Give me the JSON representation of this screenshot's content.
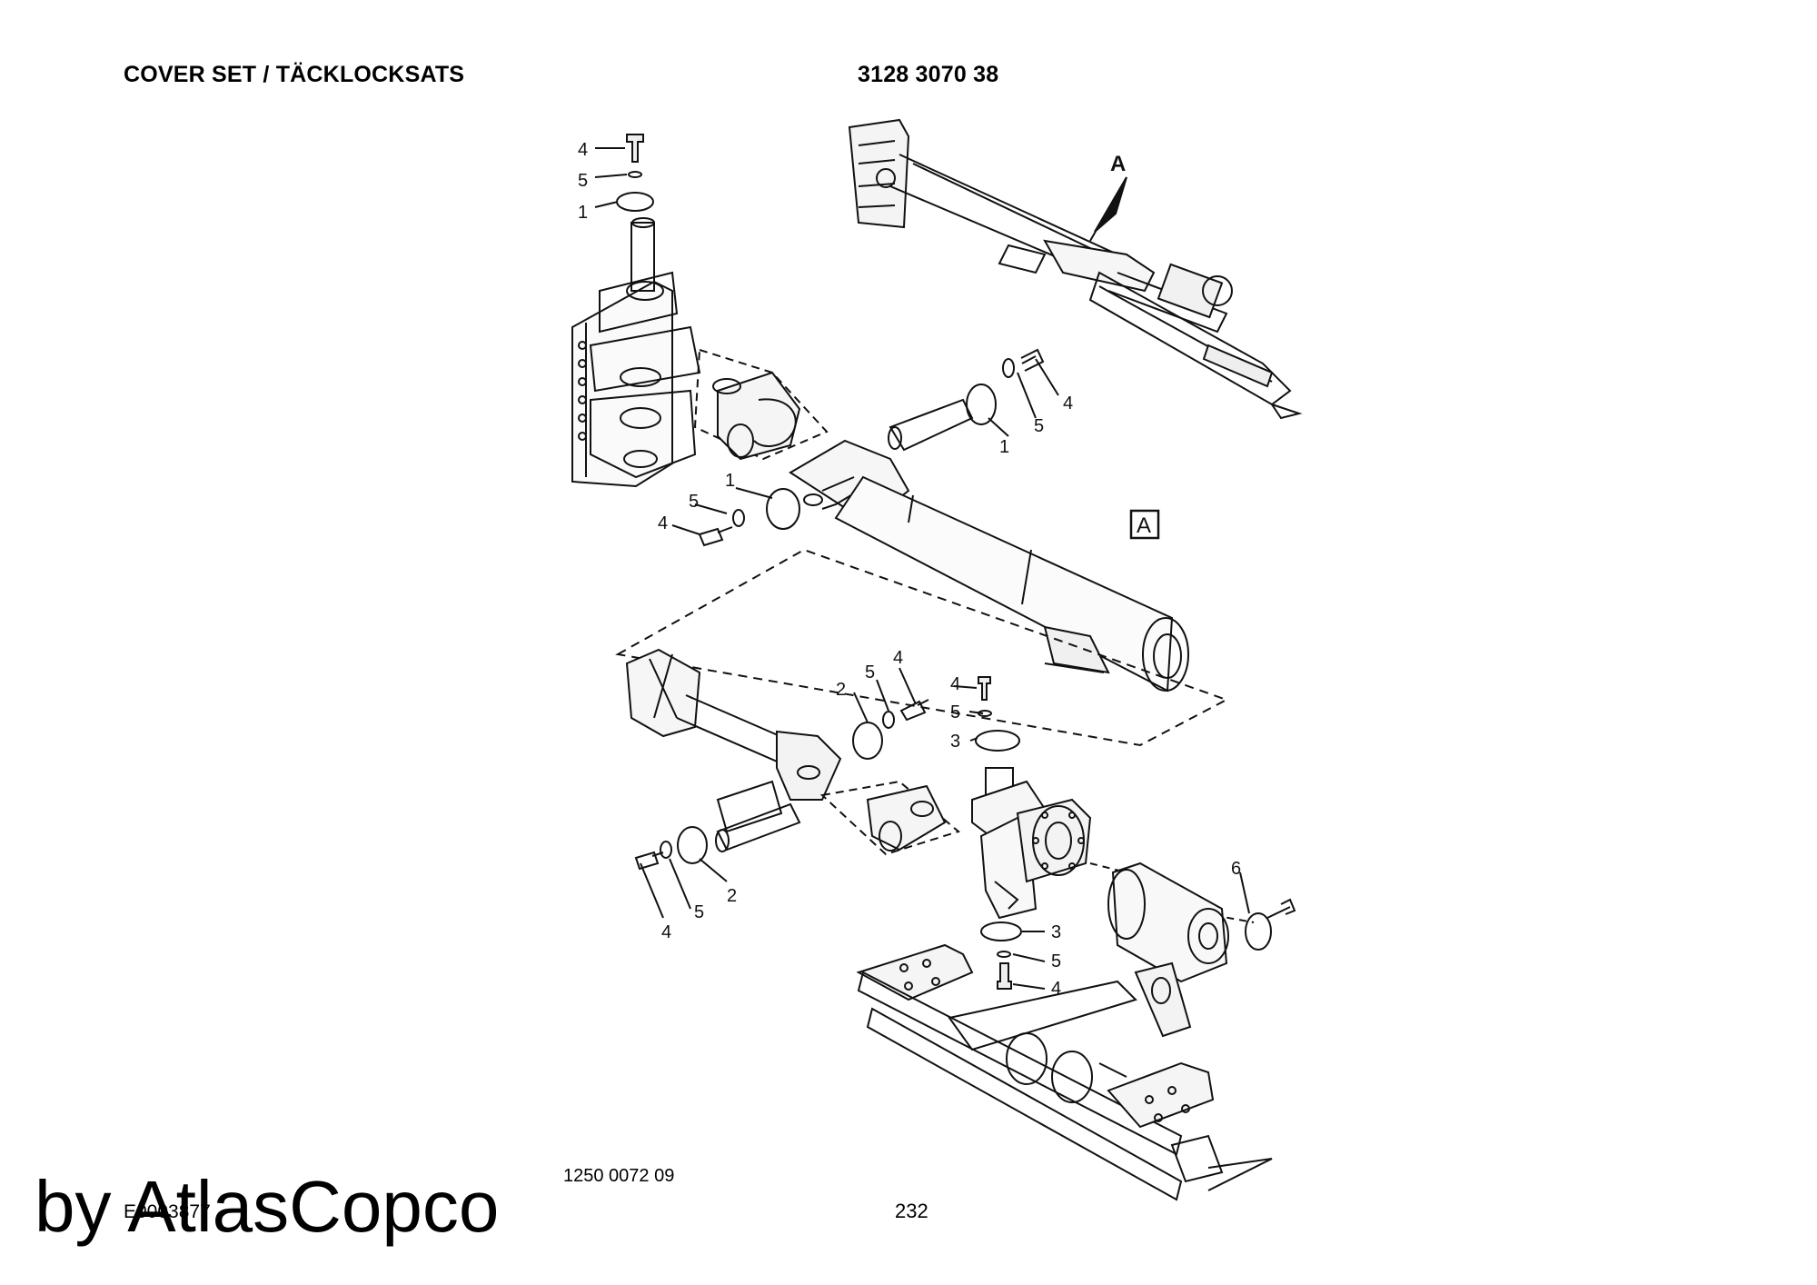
{
  "header": {
    "title": "COVER SET / TÄCKLOCKSATS",
    "part_number": "3128 3070 38"
  },
  "drawing": {
    "view_label": "A",
    "view_box_label": "A",
    "item_numbers": [
      "1",
      "2",
      "3",
      "4",
      "5",
      "6"
    ]
  },
  "footer": {
    "reference_code": "1250 0072 09",
    "figure_code": "E0003877",
    "page_number": "232"
  },
  "watermark": "by AtlasCopco"
}
